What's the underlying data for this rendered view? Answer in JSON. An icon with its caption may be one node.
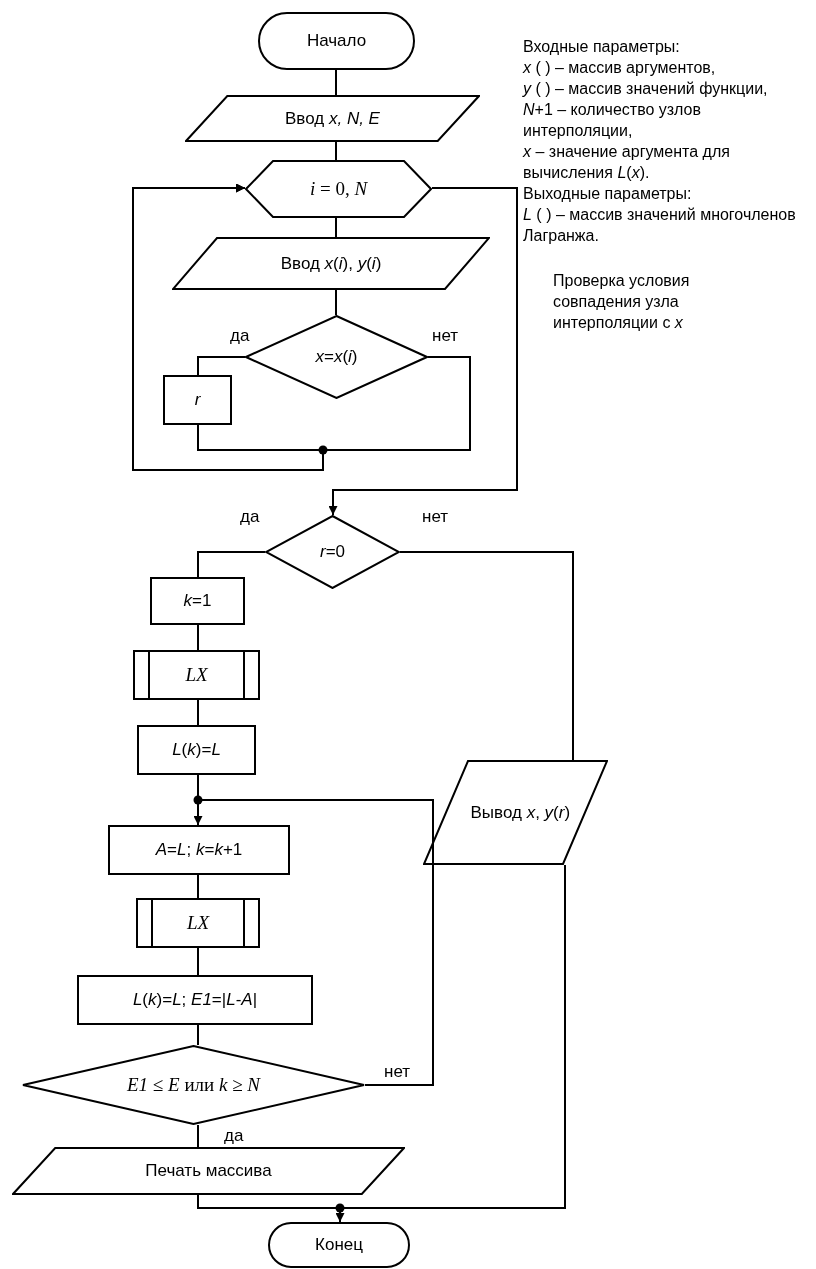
{
  "diagram": {
    "nodes": [
      {
        "text": [
          "Начало"
        ]
      },
      {
        "text": [
          "Ввод *x, N, E*"
        ]
      },
      {
        "text": [
          "*i* = 0, *N*"
        ]
      },
      {
        "text": [
          "Ввод *x*(*i*), *y*(*i*)"
        ]
      },
      {
        "text": [
          "*x*=*x*(*i*)"
        ]
      },
      {
        "text": [
          "*r*"
        ]
      },
      {
        "text": [
          "*r*=0"
        ]
      },
      {
        "text": [
          "*k*=1"
        ]
      },
      {
        "text": [
          "LX"
        ]
      },
      {
        "text": [
          "*L*(*k*)=*L*"
        ]
      },
      {
        "text": [
          "*A*=*L*; *k*=*k*+1"
        ]
      },
      {
        "text": [
          "LX"
        ]
      },
      {
        "text": [
          "*L*(*k*)=*L*; *E1*=|*L*-*A*|"
        ]
      },
      {
        "text": [
          "*E1* ≤ *E* или *k* ≥ *N*"
        ]
      },
      {
        "text": [
          "Печать массива"
        ]
      },
      {
        "text": [
          "Вывод *x*, *y*(*r*)"
        ]
      },
      {
        "text": [
          "Конец"
        ]
      }
    ],
    "edges": [
      {
        "from": 0,
        "to": 1,
        "arrow": "none"
      },
      {
        "from": 1,
        "to": 2,
        "arrow": "none"
      },
      {
        "from": 2,
        "to": 3,
        "arrow": "none"
      },
      {
        "from": 3,
        "to": 4,
        "arrow": "none"
      },
      {
        "from": 4,
        "to": 5,
        "arrow": "none",
        "label": "да"
      },
      {
        "from": 5,
        "to": 2,
        "arrow": "to"
      },
      {
        "from": 4,
        "to": 2,
        "arrow": "to",
        "label": "нет"
      },
      {
        "from": 2,
        "to": 6,
        "arrow": "to"
      },
      {
        "from": 6,
        "to": 7,
        "arrow": "none",
        "label": "да"
      },
      {
        "from": 6,
        "to": 15,
        "arrow": "none",
        "label": "нет"
      },
      {
        "from": 7,
        "to": 8,
        "arrow": "none"
      },
      {
        "from": 8,
        "to": 9,
        "arrow": "none"
      },
      {
        "from": 9,
        "to": 10,
        "arrow": "none"
      },
      {
        "from": 13,
        "to": 10,
        "arrow": "to",
        "label": "нет"
      },
      {
        "from": 10,
        "to": 11,
        "arrow": "none"
      },
      {
        "from": 11,
        "to": 12,
        "arrow": "none"
      },
      {
        "from": 12,
        "to": 13,
        "arrow": "none"
      },
      {
        "from": 13,
        "to": 14,
        "arrow": "none",
        "label": "да"
      },
      {
        "from": 14,
        "to": 16,
        "arrow": "none"
      },
      {
        "from": 15,
        "to": 16,
        "arrow": "to"
      }
    ],
    "labels": [
      "Входные параметры:",
      "*x* ( ) – массив аргументов,",
      "*y* ( ) – массив значений функции,",
      "*N*+1 – количество узлов интерполяции,",
      "*x* – значение аргумента для вычисления *L*(*x*).",
      "Выходные параметры:",
      "*L* ( ) – массив значений многочленов Лагранжа.",
      "Проверка условия совпадения узла интерполяции с *x*"
    ]
  }
}
